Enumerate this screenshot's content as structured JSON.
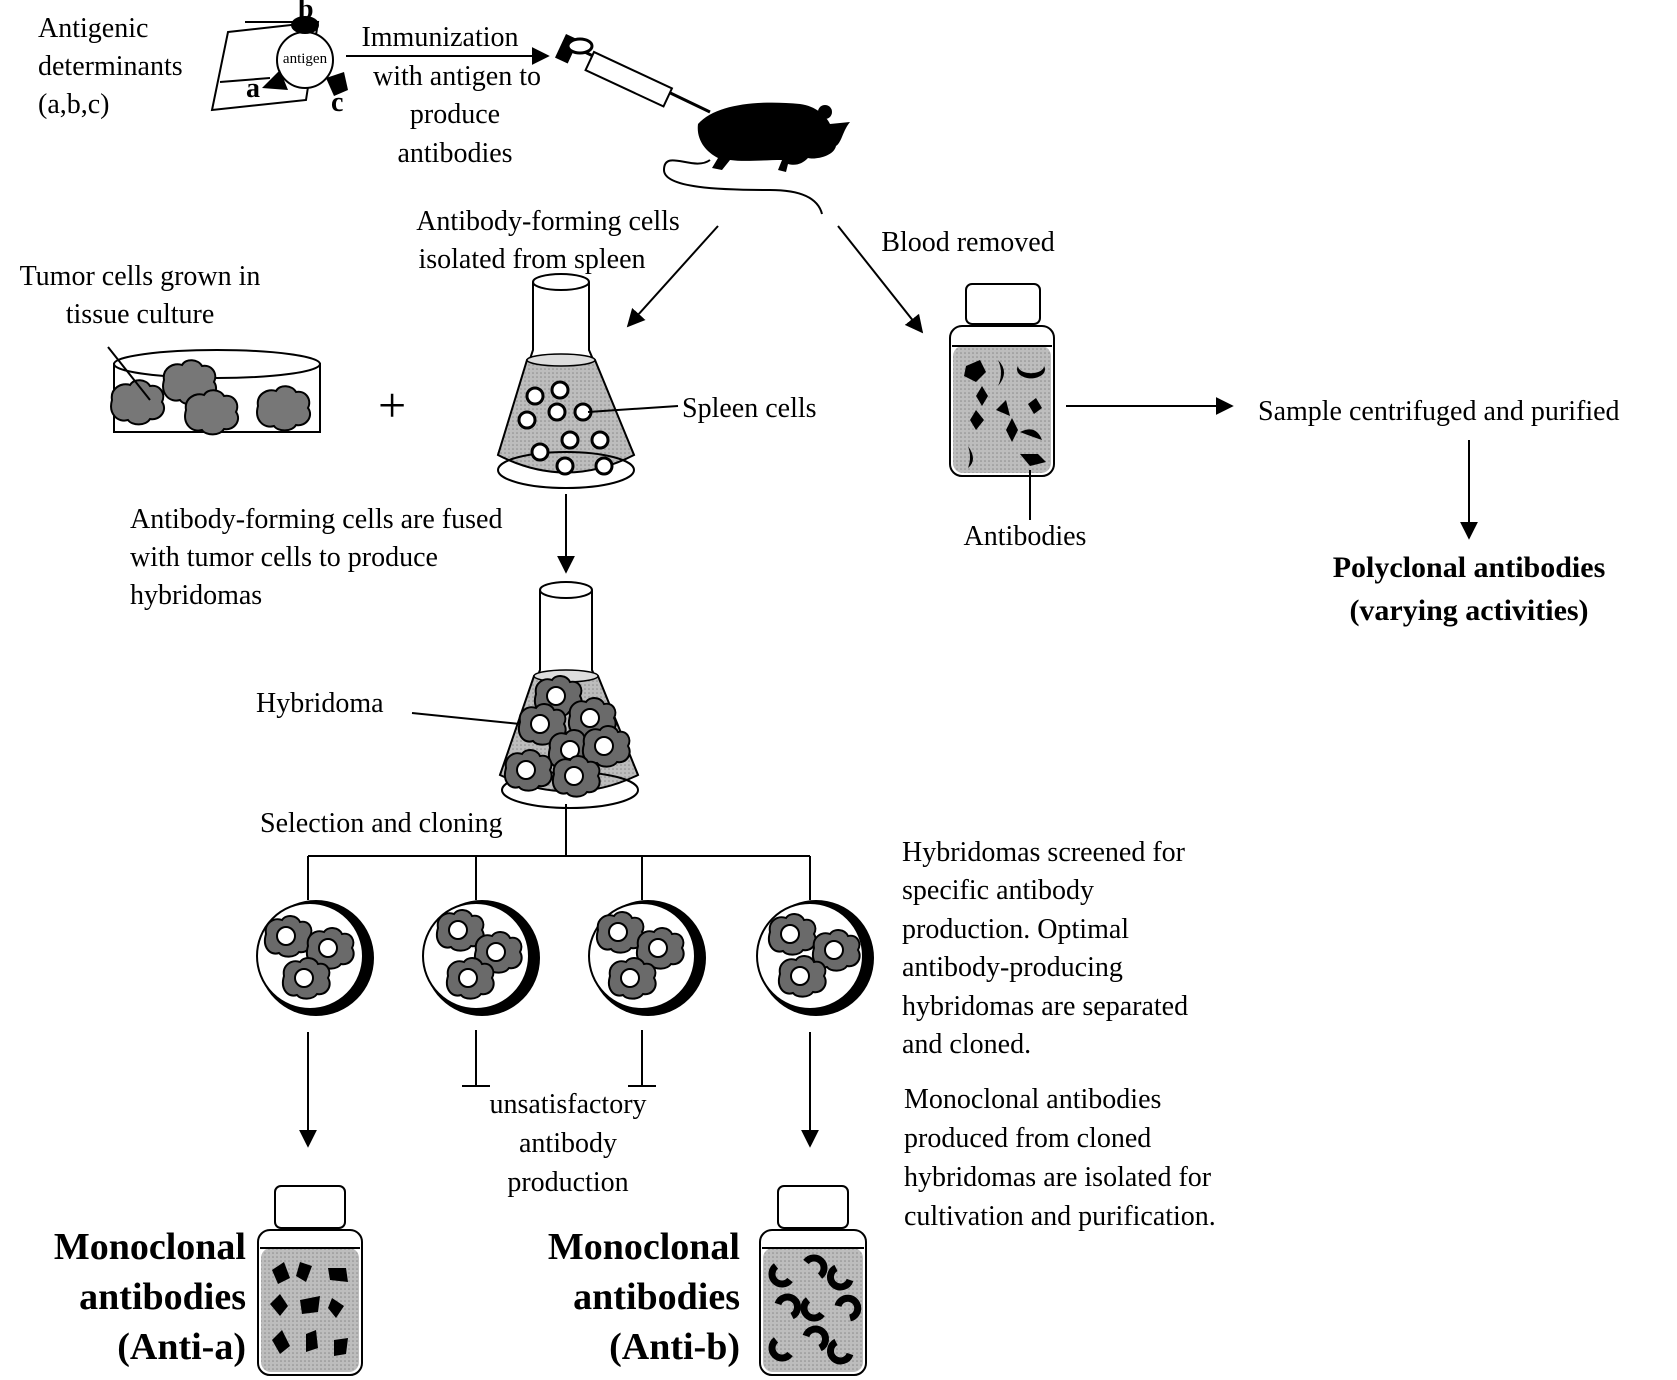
{
  "antigen": {
    "determinants_label": [
      "Antigenic",
      "determinants",
      "(a,b,c)"
    ],
    "center_label": "antigen",
    "site_a": "a",
    "site_b": "b",
    "site_c": "c"
  },
  "steps": {
    "immunization": [
      "Immunization",
      "with antigen to",
      "produce",
      "antibodies"
    ],
    "spleen_isolation": [
      "Antibody-forming cells",
      "isolated from spleen"
    ],
    "blood_removed": "Blood removed",
    "tumor_cells": [
      "Tumor  cells grown in",
      "tissue culture"
    ],
    "plus": "+",
    "spleen_cells": "Spleen cells",
    "fusion": [
      "Antibody-forming cells are fused",
      "with tumor cells to produce",
      "hybridomas"
    ],
    "hybridoma": "Hybridoma",
    "selection": "Selection  and cloning",
    "antibodies": "Antibodies",
    "centrifuged": "Sample centrifuged and purified",
    "screening": [
      "Hybridomas screened for",
      "specific antibody",
      "production.  Optimal",
      "antibody-producing",
      "hybridomas are separated",
      "and cloned."
    ],
    "isolation": [
      "Monoclonal antibodies",
      "produced from cloned",
      "hybridomas are isolated for",
      "cultivation and purification."
    ],
    "unsatisfactory": [
      "unsatisfactory",
      "antibody",
      "production"
    ]
  },
  "results": {
    "polyclonal": [
      "Polyclonal antibodies",
      "(varying activities)"
    ],
    "mono_a": [
      "Monoclonal",
      "antibodies",
      "(Anti-a)"
    ],
    "mono_b": [
      "Monoclonal",
      "antibodies",
      "(Anti-b)"
    ]
  }
}
